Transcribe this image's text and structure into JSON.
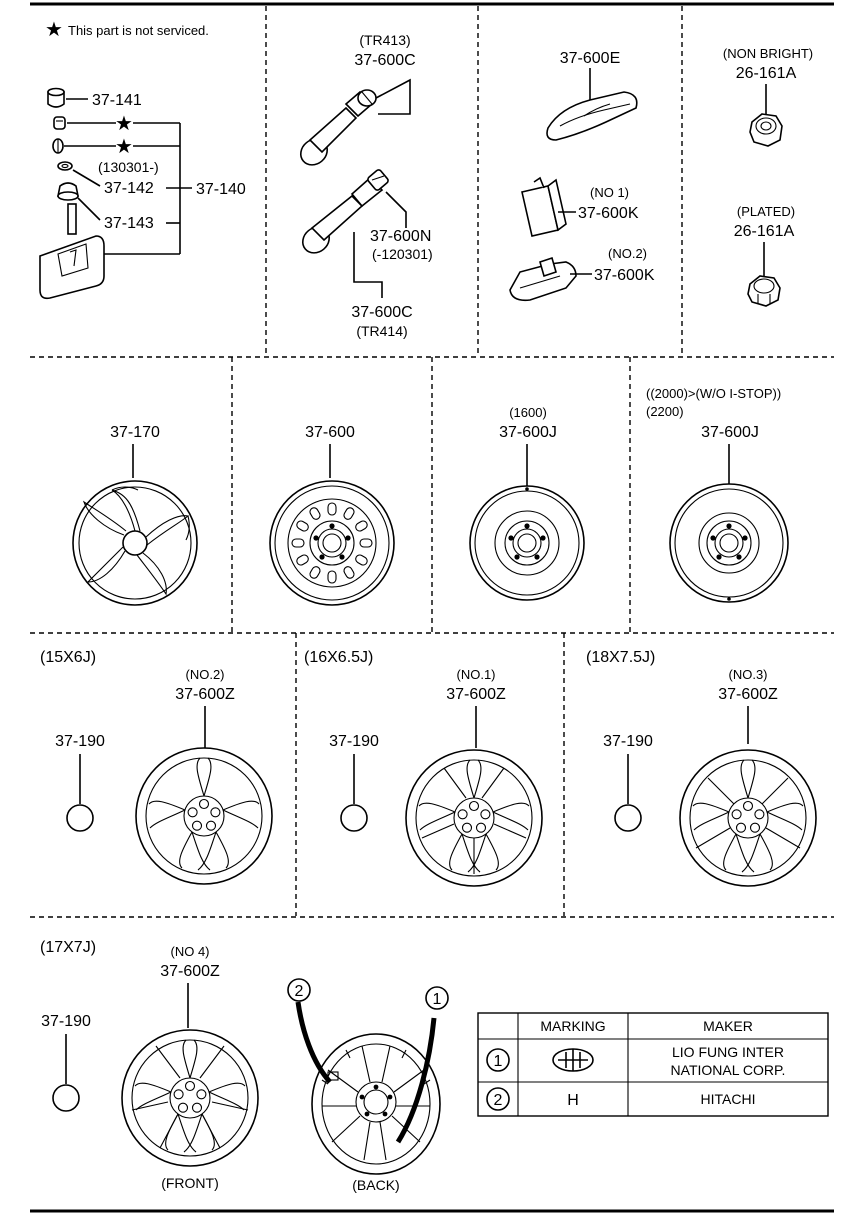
{
  "legend": {
    "star_note": "This part is not serviced."
  },
  "tpms": {
    "p37_141": "37-141",
    "date_note": "(130301-)",
    "p37_142": "37-142",
    "p37_143": "37-143",
    "p37_140": "37-140"
  },
  "valves": {
    "tr413_note": "(TR413)",
    "tr413_part": "37-600C",
    "n_part": "37-600N",
    "n_note": "(-120301)",
    "tr414_part": "37-600C",
    "tr414_note": "(TR414)"
  },
  "weights": {
    "e_part": "37-600E",
    "k1_note": "(NO 1)",
    "k1_part": "37-600K",
    "k2_note": "(NO.2)",
    "k2_part": "37-600K"
  },
  "nuts": {
    "nonbright_note": "(NON BRIGHT)",
    "nonbright_part": "26-161A",
    "plated_note": "(PLATED)",
    "plated_part": "26-161A"
  },
  "row2": {
    "cap_part": "37-170",
    "steel_part": "37-600",
    "spare1_note": "(1600)",
    "spare1_part": "37-600J",
    "spare2_note1": "((2000)>(W/O I-STOP))",
    "spare2_note2": "(2200)",
    "spare2_part": "37-600J"
  },
  "row3": {
    "a_size": "(15X6J)",
    "a_note": "(NO.2)",
    "a_part": "37-600Z",
    "a_cap": "37-190",
    "b_size": "(16X6.5J)",
    "b_note": "(NO.1)",
    "b_part": "37-600Z",
    "b_cap": "37-190",
    "c_size": "(18X7.5J)",
    "c_note": "(NO.3)",
    "c_part": "37-600Z",
    "c_cap": "37-190"
  },
  "row4": {
    "size": "(17X7J)",
    "cap": "37-190",
    "note": "(NO 4)",
    "part": "37-600Z",
    "front": "(FRONT)",
    "back": "(BACK)",
    "callout1": "1",
    "callout2": "2"
  },
  "maker_table": {
    "headers": [
      "MARKING",
      "MAKER"
    ],
    "rows": [
      {
        "no": "1",
        "marking": "",
        "maker_line1": "LIO FUNG INTER",
        "maker_line2": "NATIONAL CORP."
      },
      {
        "no": "2",
        "marking": "H",
        "maker_line1": "HITACHI",
        "maker_line2": ""
      }
    ]
  }
}
